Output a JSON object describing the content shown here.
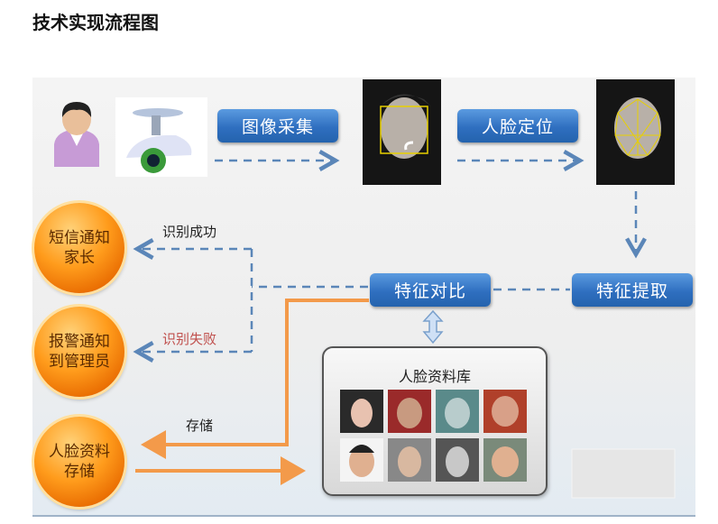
{
  "title": "技术实现流程图",
  "steps": {
    "capture": "图像采集",
    "locate": "人脸定位",
    "extract": "特征提取",
    "compare": "特征对比"
  },
  "outcomes": {
    "success_label": "识别成功",
    "fail_label": "识别失败",
    "store_label": "存储"
  },
  "actions": {
    "sms_line1": "短信通知",
    "sms_line2": "家长",
    "alarm_line1": "报警通知",
    "alarm_line2": "到管理员",
    "store_line1": "人脸资料",
    "store_line2": "存储"
  },
  "database": {
    "title": "人脸资料库"
  },
  "colors": {
    "blue": "#2f6fc0",
    "orange": "#f39a4a",
    "dash": "#5b86b8",
    "fail": "#c0504d"
  }
}
